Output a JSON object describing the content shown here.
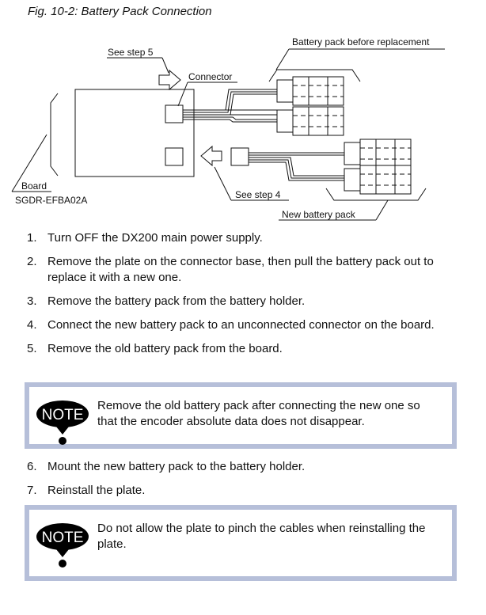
{
  "figure": {
    "caption": "Fig. 10-2: Battery Pack Connection",
    "labels": {
      "see_step_5": "See step 5",
      "connector": "Connector",
      "battery_before": "Battery pack before replacement",
      "board": "Board",
      "board_code": "SGDR-EFBA02A",
      "see_step_4": "See step 4",
      "new_battery": "New battery pack"
    }
  },
  "steps_a": [
    {
      "num": "1.",
      "text": "Turn OFF the DX200 main power supply."
    },
    {
      "num": "2.",
      "text": "Remove the plate on the connector base, then pull the battery pack out to replace it with a new one."
    },
    {
      "num": "3.",
      "text": "Remove the battery pack from the battery holder."
    },
    {
      "num": "4.",
      "text": "Connect the new battery pack to an unconnected connector on the board."
    },
    {
      "num": "5.",
      "text": "Remove the old battery pack from the board."
    }
  ],
  "note1": {
    "icon_label": "NOTE",
    "text": "Remove the old battery pack after connecting the new one so that the encoder absolute data does not disappear."
  },
  "steps_b": [
    {
      "num": "6.",
      "text": "Mount the new battery pack to the battery holder."
    },
    {
      "num": "7.",
      "text": "Reinstall the plate."
    }
  ],
  "note2": {
    "icon_label": "NOTE",
    "text": "Do not allow the plate to pinch the cables when reinstalling the plate."
  },
  "colors": {
    "note_border": "#b6bfd9"
  }
}
